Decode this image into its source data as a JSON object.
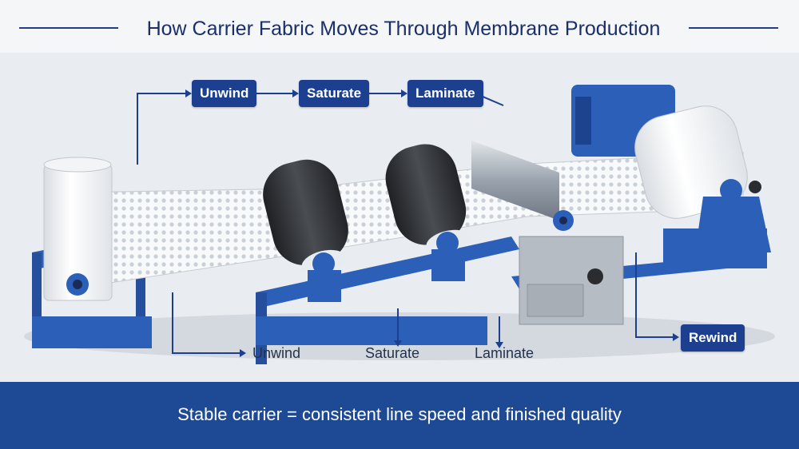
{
  "header": {
    "title": "How Carrier Fabric Moves Through Membrane Production"
  },
  "process": {
    "badges": [
      "Unwind",
      "Saturate",
      "Laminate",
      "Rewind"
    ],
    "labels": [
      "Unwind",
      "Saturate",
      "Laminate"
    ]
  },
  "footer": {
    "tagline": "Stable carrier = consistent line speed and finished quality"
  },
  "colors": {
    "header_rule": "#233e84",
    "title": "#1b2f6b",
    "badge": "#1d3f8f",
    "footer": "#1e4994",
    "machine_blue": "#2c5fb8",
    "roller_dark": "#2d2f33",
    "fabric": "#ffffff"
  }
}
